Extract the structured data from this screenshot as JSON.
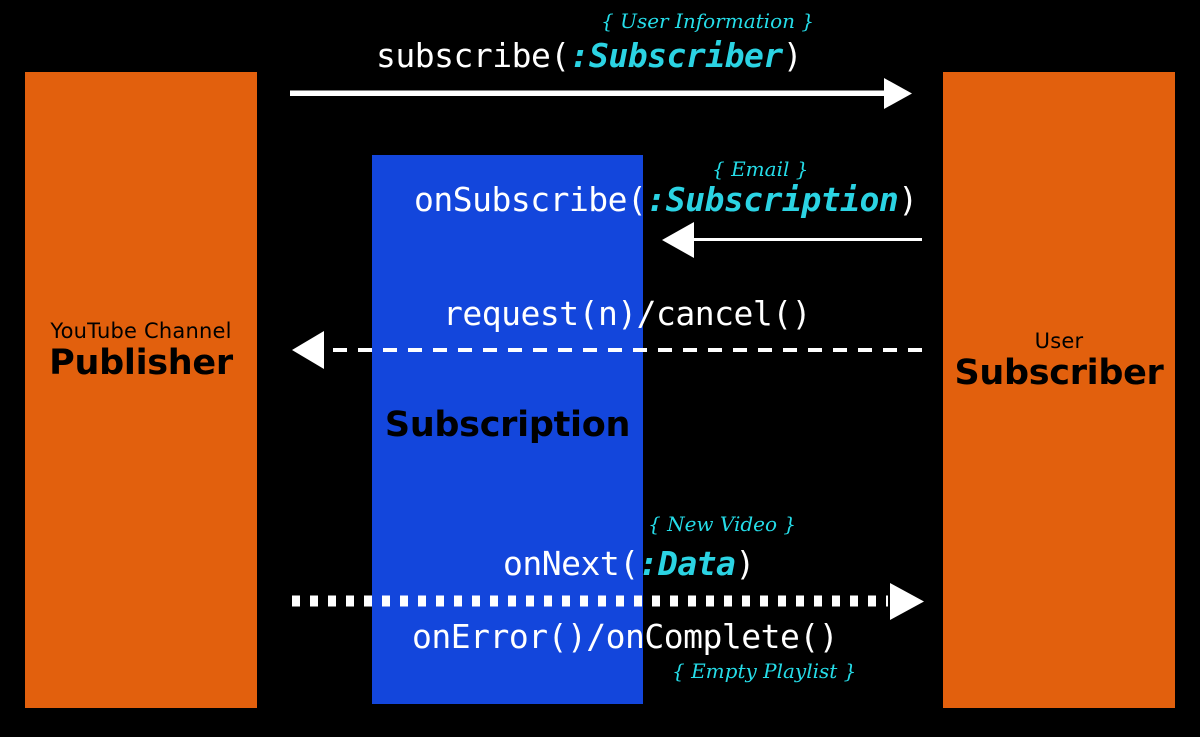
{
  "diagram": {
    "title": "Reactive Streams Publisher / Subscriber sequence",
    "background_color": "#000000",
    "actor_color": "#E2600D",
    "subscription_color": "#1346DC",
    "line_color": "#FFFFFF",
    "accent_color": "#25DCE8"
  },
  "publisher": {
    "role_small": "YouTube Channel",
    "role_big": "Publisher"
  },
  "subscriber": {
    "role_small": "User",
    "role_big": "Subscriber"
  },
  "subscription": {
    "title": "Subscription"
  },
  "messages": [
    {
      "id": "subscribe",
      "method": "subscribe(",
      "type": ":Subscriber",
      "close": ")",
      "note": "{ User Information }",
      "direction": "left-to-right",
      "line_style": "solid-thick"
    },
    {
      "id": "onSubscribe",
      "method": "onSubscribe(",
      "type": ":Subscription",
      "close": ")",
      "note": "{ Email }",
      "direction": "right-to-left",
      "line_style": "solid-thin"
    },
    {
      "id": "request-cancel",
      "method": "request(n)/cancel()",
      "type": "",
      "close": "",
      "note": "",
      "direction": "right-to-left",
      "line_style": "dashed"
    },
    {
      "id": "onNext",
      "method": "onNext(",
      "type": ":Data",
      "close": ")",
      "note": "{ New Video }",
      "direction": "left-to-right",
      "line_style": "dotted-thick"
    },
    {
      "id": "onError-onComplete",
      "method": "onError()/onComplete()",
      "type": "",
      "close": "",
      "note": "{ Empty Playlist }",
      "direction": "left-to-right",
      "line_style": "dotted-thick"
    }
  ]
}
